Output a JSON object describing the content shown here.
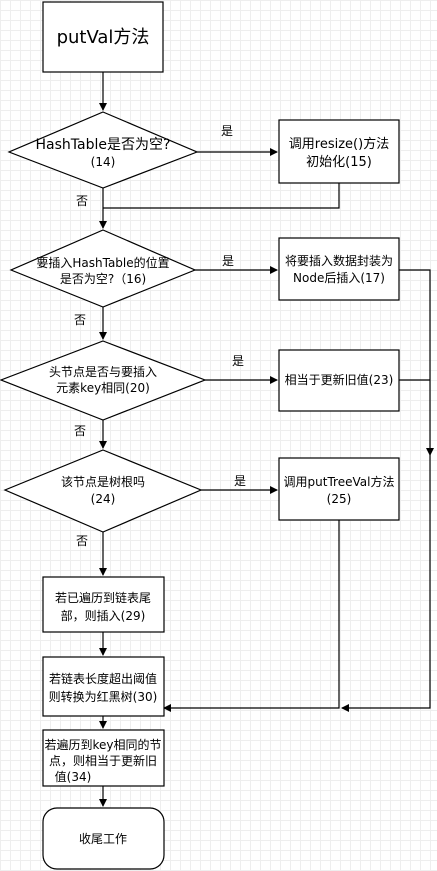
{
  "nodes": {
    "start": "putVal方法",
    "d1": [
      "HashTable是否为空?",
      "(14)"
    ],
    "p1": [
      "调用resize()方法",
      "初始化(15)"
    ],
    "d2": [
      "要插入HashTable的位置",
      "是否为空?（16)"
    ],
    "p2": [
      "将要插入数据封装为",
      "Node后插入(17)"
    ],
    "d3": [
      "头节点是否与要插入",
      "元素key相同(20)"
    ],
    "p3": "相当于更新旧值(23)",
    "d4": [
      "该节点是树根吗",
      "(24)"
    ],
    "p4": [
      "调用putTreeVal方法",
      "(25)"
    ],
    "s1": [
      "若已遍历到链表尾",
      "部，则插入(29)"
    ],
    "s2": [
      "若链表长度超出阈值",
      "则转换为红黑树(30)"
    ],
    "s3": [
      "若遍历到key相同的节",
      "点，则相当于更新旧",
      "值(34)"
    ],
    "end": "收尾工作"
  },
  "edge_labels": {
    "yes": "是",
    "no": "否"
  }
}
